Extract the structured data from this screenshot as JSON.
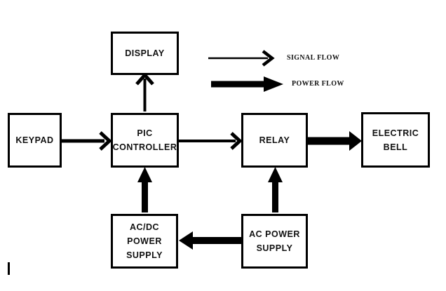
{
  "diagram": {
    "blocks": {
      "display": {
        "lines": [
          "DISPLAY"
        ]
      },
      "keypad": {
        "lines": [
          "KEYPAD"
        ]
      },
      "pic_controller": {
        "lines": [
          "PIC",
          "CONTROLLER"
        ]
      },
      "relay": {
        "lines": [
          "RELAY"
        ]
      },
      "electric_bell": {
        "lines": [
          "ELECTRIC",
          "BELL"
        ]
      },
      "acdc_power_supply": {
        "lines": [
          "AC/DC",
          "POWER",
          "SUPPLY"
        ]
      },
      "ac_power_supply": {
        "lines": [
          "AC POWER",
          "SUPPLY"
        ]
      }
    },
    "legend": {
      "signal_label": "SIGNAL FLOW",
      "power_label": "POWER FLOW"
    },
    "connections": [
      {
        "from": "KEYPAD",
        "to": "PIC CONTROLLER",
        "type": "signal"
      },
      {
        "from": "PIC CONTROLLER",
        "to": "DISPLAY",
        "type": "signal"
      },
      {
        "from": "PIC CONTROLLER",
        "to": "RELAY",
        "type": "signal"
      },
      {
        "from": "RELAY",
        "to": "ELECTRIC BELL",
        "type": "power"
      },
      {
        "from": "AC/DC POWER SUPPLY",
        "to": "PIC CONTROLLER",
        "type": "power"
      },
      {
        "from": "AC POWER SUPPLY",
        "to": "RELAY",
        "type": "power"
      },
      {
        "from": "AC POWER SUPPLY",
        "to": "AC/DC POWER SUPPLY",
        "type": "power"
      }
    ],
    "colors": {
      "ink": "#000000",
      "background": "#ffffff"
    }
  }
}
